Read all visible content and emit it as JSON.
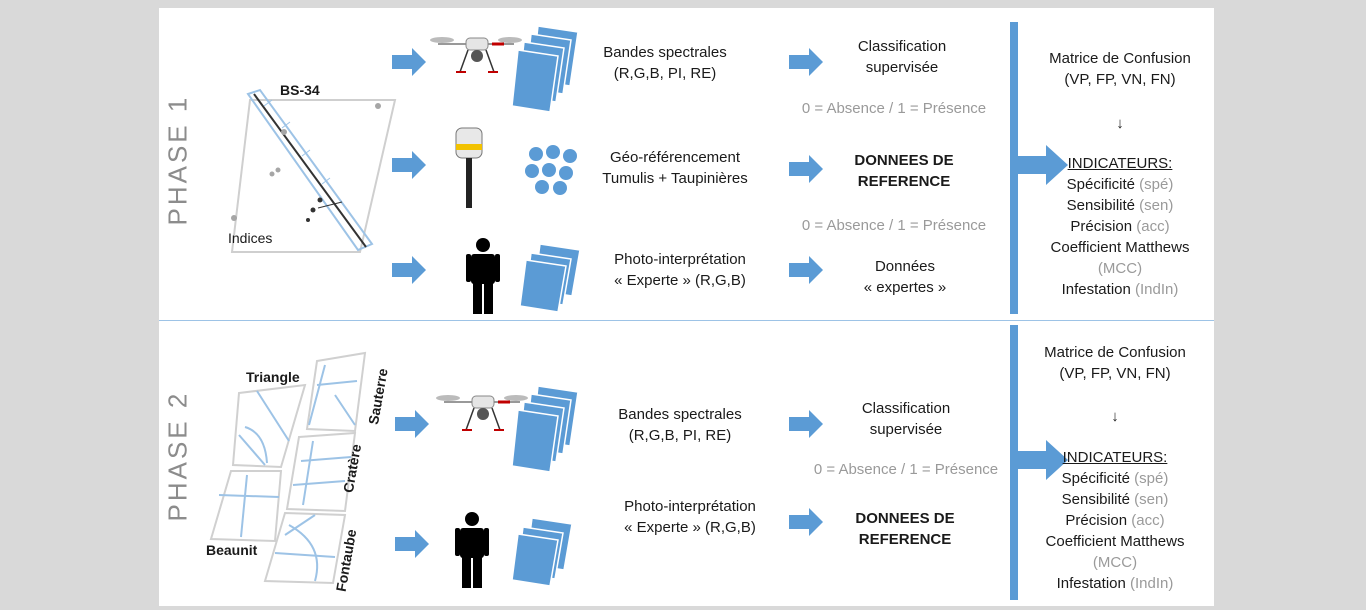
{
  "phase1": {
    "label": "PHASE 1",
    "map": {
      "site_name": "BS-34",
      "indices_label": "Indices"
    },
    "rows": [
      {
        "source": "Bandes spectrales\n(R,G,B, PI, RE)",
        "result": "Classification\nsupervisée"
      },
      {
        "source": "Géo-référencement\nTumulis + Taupinières",
        "result": "DONNEES DE\nREFERENCE"
      },
      {
        "source": "Photo-interprétation\n« Experte » (R,G,B)",
        "result": "Données\n« expertes »"
      }
    ],
    "coding_1": "0 =  Absence / 1 = Présence",
    "coding_2": "0 =  Absence / 1 = Présence",
    "confusion": "Matrice de Confusion\n(VP, FP, VN, FN)",
    "arrow_down": "↓",
    "indicators_title": "INDICATEURS:",
    "indicators": [
      {
        "name": "Spécificité",
        "abbr": "(spé)"
      },
      {
        "name": "Sensibilité",
        "abbr": "(sen)"
      },
      {
        "name": "Précision",
        "abbr": "(acc)"
      },
      {
        "name": "Coefficient Matthews",
        "abbr": ""
      },
      {
        "name": "",
        "abbr": "(MCC)"
      },
      {
        "name": "Infestation",
        "abbr": "(IndIn)"
      }
    ]
  },
  "phase2": {
    "label": "PHASE 2",
    "sites": [
      "Triangle",
      "Sauterre",
      "Cratère",
      "Beaunit",
      "Fontaube"
    ],
    "rows": [
      {
        "source": "Bandes spectrales\n(R,G,B, PI, RE)",
        "result": "Classification\nsupervisée"
      },
      {
        "source": "Photo-interprétation\n« Experte » (R,G,B)",
        "result": "DONNEES DE\nREFERENCE"
      }
    ],
    "coding": "0 =  Absence / 1 = Présence",
    "confusion": "Matrice de Confusion\n(VP, FP, VN, FN)",
    "arrow_down": "↓",
    "indicators_title": "INDICATEURS:",
    "indicators": [
      {
        "name": "Spécificité",
        "abbr": "(spé)"
      },
      {
        "name": "Sensibilité",
        "abbr": "(sen)"
      },
      {
        "name": "Précision",
        "abbr": "(acc)"
      },
      {
        "name": "Coefficient Matthews",
        "abbr": ""
      },
      {
        "name": "",
        "abbr": "(MCC)"
      },
      {
        "name": "Infestation",
        "abbr": "(IndIn)"
      }
    ]
  },
  "colors": {
    "accent": "#5b9bd5",
    "grey_text": "#9a9a9a",
    "divider": "#5b9bd5"
  }
}
